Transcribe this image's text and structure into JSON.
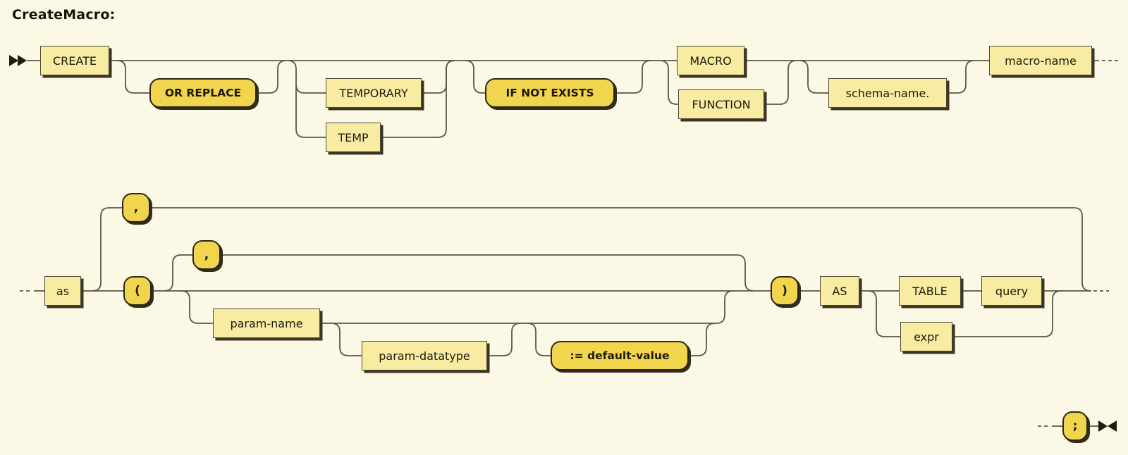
{
  "title": "CreateMacro:",
  "diagram_type": "railroad-syntax-diagram",
  "colors": {
    "background": "#fbf8e6",
    "terminal_fill": "#f8eca3",
    "keyword_fill": "#f2d54e",
    "border_dark": "#2b2715",
    "line": "#5c5642",
    "text": "#1d1a0c"
  },
  "nodes": {
    "create": "CREATE",
    "or_replace": "OR REPLACE",
    "temporary": "TEMPORARY",
    "temp": "TEMP",
    "if_not_exists": "IF NOT EXISTS",
    "macro": "MACRO",
    "function": "FUNCTION",
    "schema_name": "schema-name.",
    "macro_name": "macro-name",
    "as_lower": "as",
    "comma_outer": ",",
    "open_paren": "(",
    "comma_inner": ",",
    "param_name": "param-name",
    "param_datatype": "param-datatype",
    "default_value": ":= default-value",
    "close_paren": ")",
    "as_upper": "AS",
    "table": "TABLE",
    "query": "query",
    "expr": "expr",
    "semicolon": ";"
  }
}
